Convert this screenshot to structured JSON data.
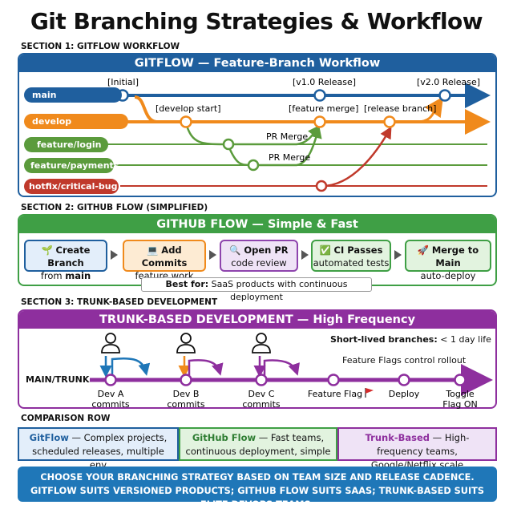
{
  "title": "Git Branching Strategies & Workflow",
  "section1": {
    "label": "SECTION 1: GITFLOW WORKFLOW",
    "header": "GITFLOW — Feature-Branch Workflow",
    "branches": [
      "main",
      "develop",
      "feature/login",
      "feature/payments",
      "hotfix/critical-bug"
    ],
    "annotations": {
      "initial": "[Initial]",
      "v1": "[v1.0 Release]",
      "v2": "[v2.0 Release]",
      "develop_start": "[develop start]",
      "feature_merge": "[feature merge]",
      "release_branch": "[release branch]",
      "pr_merge_1": "PR Merge",
      "pr_merge_2": "PR Merge"
    },
    "colors": {
      "main": "#1f5f9e",
      "develop": "#f08a1c",
      "feature": "#5b9b3c",
      "hotfix": "#c0392b"
    }
  },
  "section2": {
    "label": "SECTION 2: GITHUB FLOW (SIMPLIFIED)",
    "header": "GITHUB FLOW — Simple & Fast",
    "steps": [
      {
        "icon": "🌱",
        "title": "Create Branch",
        "sub_prefix": "from ",
        "sub_bold": "main"
      },
      {
        "icon": "💻",
        "title": "Add Commits",
        "sub_prefix": "feature work",
        "sub_bold": ""
      },
      {
        "icon": "🔍",
        "title": "Open PR",
        "sub_prefix": "code review",
        "sub_bold": ""
      },
      {
        "icon": "✅",
        "title": "CI Passes",
        "sub_prefix": "automated tests",
        "sub_bold": ""
      },
      {
        "icon": "🚀",
        "title": "Merge to Main",
        "sub_prefix": "auto-deploy",
        "sub_bold": ""
      }
    ],
    "best_for_label": "Best for:",
    "best_for_text": " SaaS products with continuous deployment"
  },
  "section3": {
    "label": "SECTION 3: TRUNK-BASED DEVELOPMENT",
    "header": "TRUNK-BASED DEVELOPMENT — High Frequency",
    "short_lived_bold": "Short-lived branches:",
    "short_lived_text": " < 1 day life",
    "feature_flags_note": "Feature Flags control rollout",
    "trunk_label": "MAIN/TRUNK",
    "commits": [
      {
        "line1": "Dev A",
        "line2": "commits"
      },
      {
        "line1": "Dev B",
        "line2": "commits"
      },
      {
        "line1": "Dev C",
        "line2": "commits"
      },
      {
        "line1": "Feature Flag",
        "line2": ""
      },
      {
        "line1": "Deploy",
        "line2": ""
      },
      {
        "line1": "Toggle",
        "line2": "Flag ON"
      }
    ]
  },
  "comparison": {
    "label": "COMPARISON ROW",
    "items": [
      {
        "name": "GitFlow",
        "text": " — Complex projects, scheduled releases, multiple env"
      },
      {
        "name": "GitHub Flow",
        "text": " — Fast teams, continuous deployment, simple"
      },
      {
        "name": "Trunk-Based",
        "text": " — High-frequency teams, Google/Netflix scale"
      }
    ]
  },
  "footer": "CHOOSE YOUR BRANCHING STRATEGY BASED ON TEAM SIZE AND RELEASE CADENCE. GITFLOW SUITS VERSIONED PRODUCTS; GITHUB FLOW SUITS SAAS; TRUNK-BASED SUITS ELITE DEVOPS TEAMS."
}
